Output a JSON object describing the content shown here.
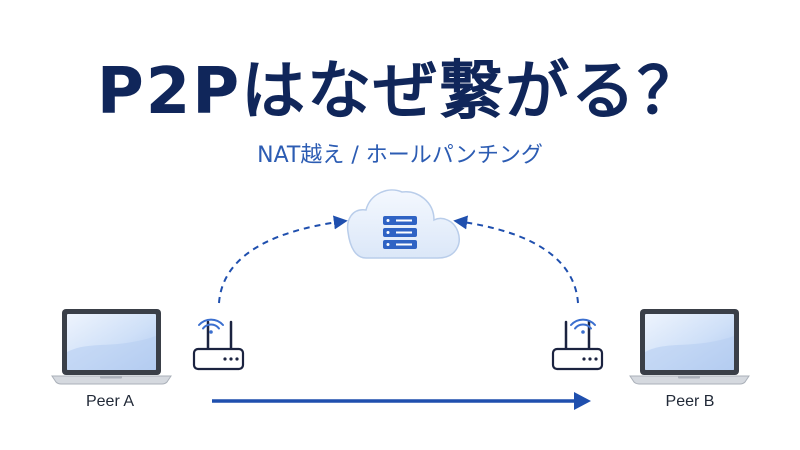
{
  "title": "P2Pはなぜ繋がる？",
  "subtitle": "NAT越え / ホールパンチング",
  "peers": [
    {
      "label": "Peer A"
    },
    {
      "label": "Peer B"
    }
  ],
  "icons": {
    "laptop": "laptop-icon",
    "router": "router-icon",
    "wifi": "wifi-icon",
    "cloud_server": "cloud-server-icon"
  },
  "colors": {
    "title": "#10265a",
    "subtitle": "#2c5cb3",
    "accent": "#1f4fae",
    "dashed": "#1f4fae"
  }
}
